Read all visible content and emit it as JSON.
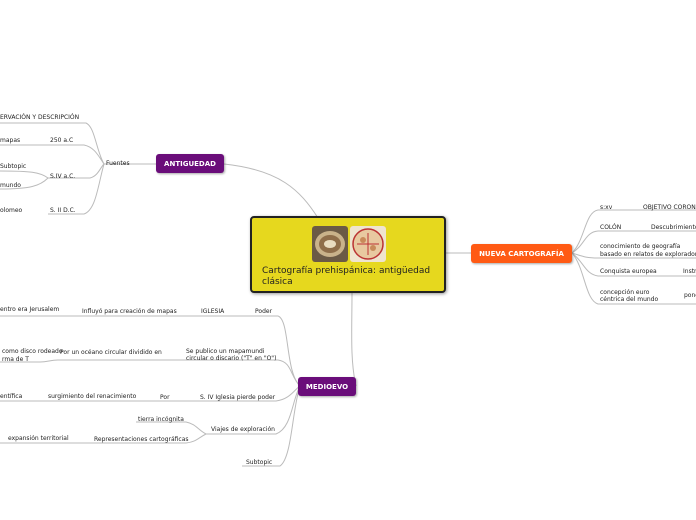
{
  "central": {
    "title": "Cartografía prehispánica: antigüedad clásica"
  },
  "colors": {
    "antiguedad": "#6a0d7a",
    "medioevo": "#6a0d7a",
    "nueva": "#ff5a14",
    "central": "#e6d81e",
    "line": "#bbbbbb"
  },
  "antiguedad": {
    "label": "ANTIGUEDAD",
    "fuentes": "Fuentes",
    "items": [
      "ERVACIÓN Y DESCRIPCIÓN",
      "mapas",
      "250 a.C",
      "Subtopic",
      "S.IV a.C.",
      "mundo",
      "olomeo",
      "S. II D.C."
    ]
  },
  "medioevo": {
    "label": "MEDIOEVO",
    "items": [
      "entro era  Jerusalem",
      "Influyó para creación de mapas",
      "IGLESIA",
      "Poder",
      "como disco rodeado",
      "rma de T",
      "Por un océano circular  dividido en",
      "Se publico un mapamundi",
      "circular o discario (\"T\" en \"O\")",
      "entífica",
      "surgimiento del renacimiento",
      "Por",
      "S. IV Iglesia pierde poder",
      "tierra incógnita",
      "Viajes de exploración",
      "expansión territorial",
      "Representaciones cartográficas",
      "Subtopic"
    ]
  },
  "nueva": {
    "label": "NUEVA CARTOGRAFÍA",
    "items": [
      "s:xv",
      "OBJETIVO CORONA",
      "COLÓN",
      "Descubrimiento",
      "conocimiento de geografía",
      "basado en relatos de exploradores",
      "Conquista europea",
      "Instr",
      "concepción euro",
      "céntrica del mundo",
      "pone"
    ]
  }
}
